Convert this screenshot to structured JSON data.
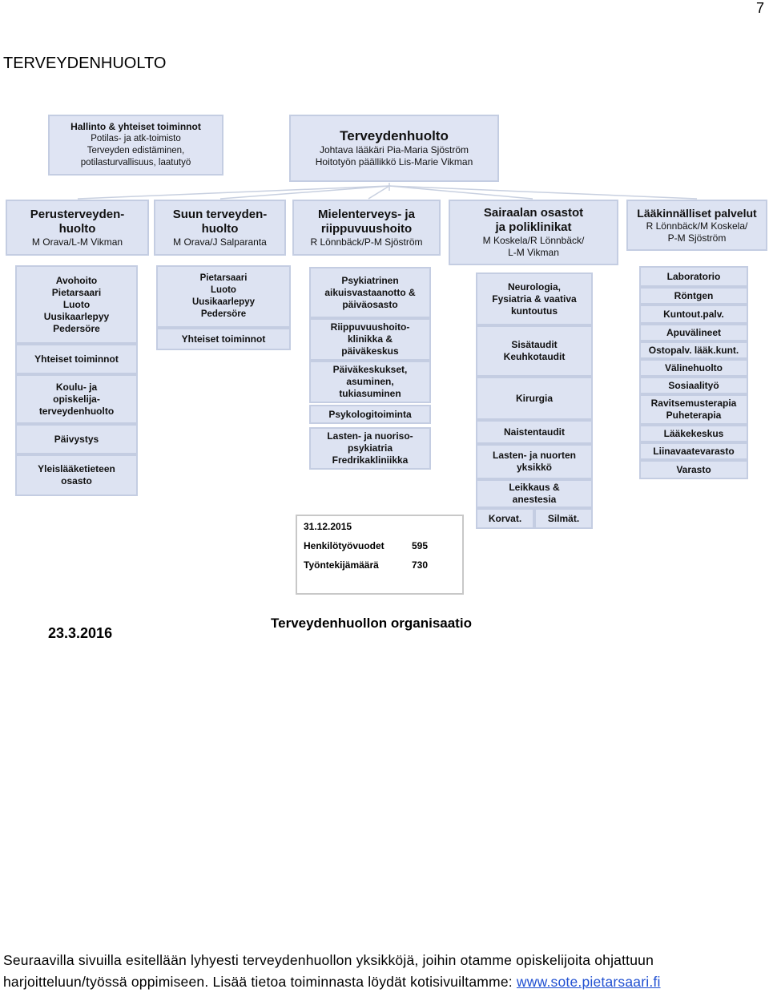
{
  "page_number": "7",
  "heading": "TERVEYDENHUOLTO",
  "org": {
    "admin": {
      "title": "Hallinto & yhteiset toiminnot",
      "lines": "Potilas- ja atk-toimisto\nTerveyden edistäminen,\npotilasturvallisuus, laatutyö"
    },
    "main": {
      "title": "Terveydenhuolto",
      "lines": "Johtava lääkäri Pia-Maria Sjöström\nHoitotyön päällikkö Lis-Marie Vikman"
    },
    "divisions": [
      {
        "title": "Perusterveyden-\nhuolto",
        "people": "M Orava/L-M Vikman"
      },
      {
        "title": "Suun terveyden-\nhuolto",
        "people": "M Orava/J Salparanta"
      },
      {
        "title": "Mielenterveys- ja\nriippuvuushoito",
        "people": "R Lönnbäck/P-M Sjöström"
      },
      {
        "title": "Sairaalan osastot\nja poliklinikat",
        "people": "M Koskela/R Lönnbäck/\nL-M Vikman"
      },
      {
        "title": "Lääkinnälliset palvelut",
        "people": "R Lönnbäck/M Koskela/\nP-M Sjöström"
      }
    ],
    "col1": [
      "Avohoito\nPietarsaari\nLuoto\nUusikaarlepyy\nPedersöre",
      "Yhteiset toiminnot",
      "Koulu- ja\nopiskelija-\nterveydenhuolto",
      "Päivystys",
      "Yleislääketieteen\nosasto"
    ],
    "col2": [
      "Pietarsaari\nLuoto\nUusikaarlepyy\nPedersöre",
      "Yhteiset toiminnot"
    ],
    "col3": [
      "Psykiatrinen\naikuisvastaanotto &\npäiväosasto",
      "Riippuvuushoito-\nklinikka &\npäiväkeskus",
      "Päiväkeskukset,\nasuminen,\ntukiasuminen",
      "Psykologitoiminta",
      "Lasten- ja nuoriso-\npsykiatria\nFredrikakliniikka"
    ],
    "col4": [
      "Neurologia,\nFysiatria & vaativa\nkuntoutus",
      "Sisätaudit\nKeuhkotaudit",
      "Kirurgia",
      "Naistentaudit",
      "Lasten- ja nuorten\nyksikkö",
      "Leikkaus &\nanestesia",
      "Korvat.",
      "Silmät."
    ],
    "col5": [
      "Laboratorio",
      "Röntgen",
      "Kuntout.palv.",
      "Apuvälineet",
      "Ostopalv. lääk.kunt.",
      "Välinehuolto",
      "Sosiaalityö",
      "Ravitsemusterapia\nPuheterapia",
      "Lääkekeskus",
      "Liinavaatevarasto",
      "Varasto"
    ],
    "stats": {
      "date": "31.12.2015",
      "rows": [
        {
          "label": "Henkilötyövuodet",
          "value": "595"
        },
        {
          "label": "Työntekijämäärä",
          "value": "730"
        }
      ]
    },
    "footer_date": "23.3.2016",
    "footer_title": "Terveydenhuollon organisaatio"
  },
  "bottom": {
    "text": "Seuraavilla sivuilla esitellään lyhyesti terveydenhuollon yksikköjä, joihin otamme opiskelijoita ohjattuun harjoitteluun/työssä oppimiseen. Lisää tietoa toiminnasta löydät kotisivuiltamme: ",
    "link": "www.sote.pietarsaari.fi"
  }
}
